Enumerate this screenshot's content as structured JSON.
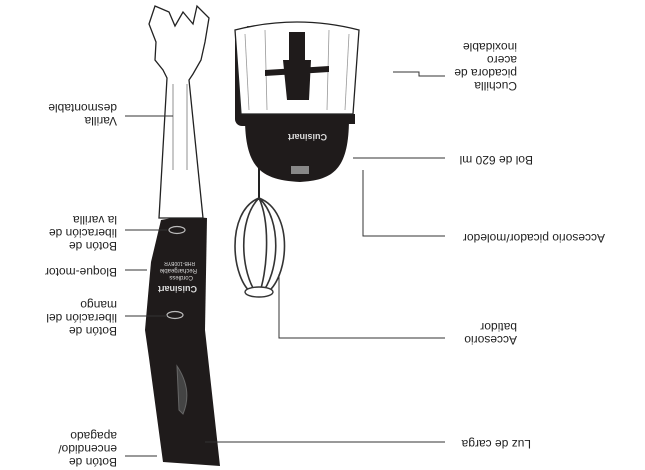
{
  "labels": {
    "detachable_shaft": "Varilla\ndesmontable",
    "shaft_release_button": "Botón de\nliberación de\nla varilla",
    "motor_body": "Bloque-motor",
    "handle_release_button": "Botón de\nliberación del\nmango",
    "power_button": "Botón de\nencendido/\napagado",
    "charging_light": "Luz de carga",
    "whisk_attachment": "Accesorio\nbatidor",
    "chopper_attachment": "Accesorio picador/moledor",
    "bowl": "Bol de 620 ml",
    "blade": "Cuchilla\npicadora de\nacero\ninoxidable"
  },
  "brand": {
    "name": "Cuisinart",
    "body_line1": "Cordless",
    "body_line2": "Rechargeable",
    "body_line3": "RHB-100BYR"
  },
  "colors": {
    "dark": "#1f1b1b",
    "line": "#333333",
    "background": "#ffffff"
  }
}
